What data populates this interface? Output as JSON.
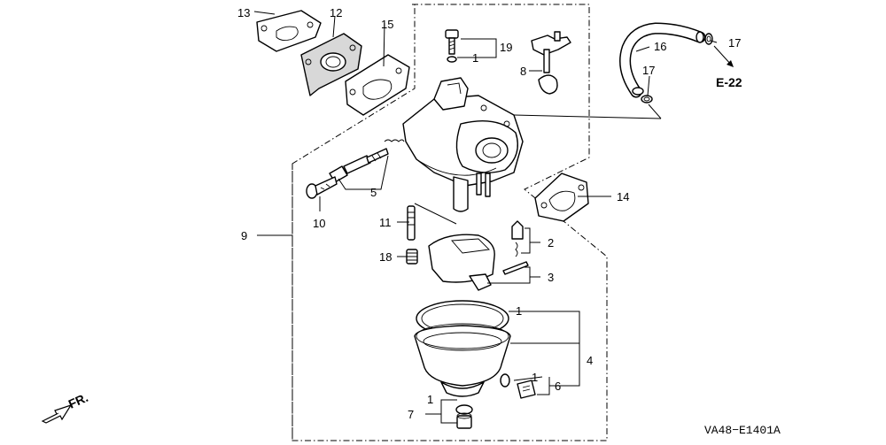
{
  "diagram_code": "VA48−E1401A",
  "ref_section": "E-22",
  "front_arrow_label": "FR.",
  "callouts": {
    "c1a": "1",
    "c1b": "1",
    "c1c": "1",
    "c1d": "1",
    "c2": "2",
    "c3": "3",
    "c4": "4",
    "c5": "5",
    "c6": "6",
    "c7": "7",
    "c8": "8",
    "c9": "9",
    "c10": "10",
    "c11": "11",
    "c12": "12",
    "c13": "13",
    "c14": "14",
    "c15": "15",
    "c16": "16",
    "c17a": "17",
    "c17b": "17",
    "c18": "18",
    "c19": "19"
  }
}
